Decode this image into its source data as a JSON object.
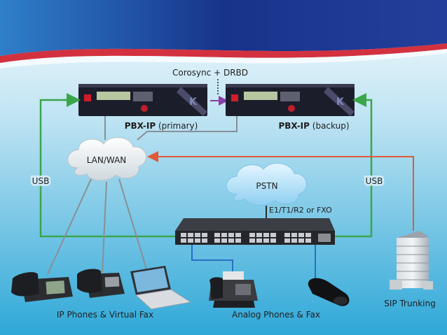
{
  "top_label": "Corosync + DRBD",
  "primary": {
    "name": "PBX-IP",
    "role": "(primary)"
  },
  "backup": {
    "name": "PBX-IP",
    "role": "(backup)"
  },
  "lan_label": "LAN/WAN",
  "pstn_label": "PSTN",
  "trunk_types": "E1/T1/R2 or FXO",
  "usb_left": "USB",
  "usb_right": "USB",
  "ip_phones_label": "IP Phones & Virtual Fax",
  "analog_label": "Analog Phones & Fax",
  "sip_label": "SIP Trunking",
  "colors": {
    "usb_link": "#3aa64a",
    "sip_link": "#e05a3a",
    "analog_link": "#2a6fc0",
    "banner": "#1e3c94",
    "accent": "#d11c2a"
  }
}
